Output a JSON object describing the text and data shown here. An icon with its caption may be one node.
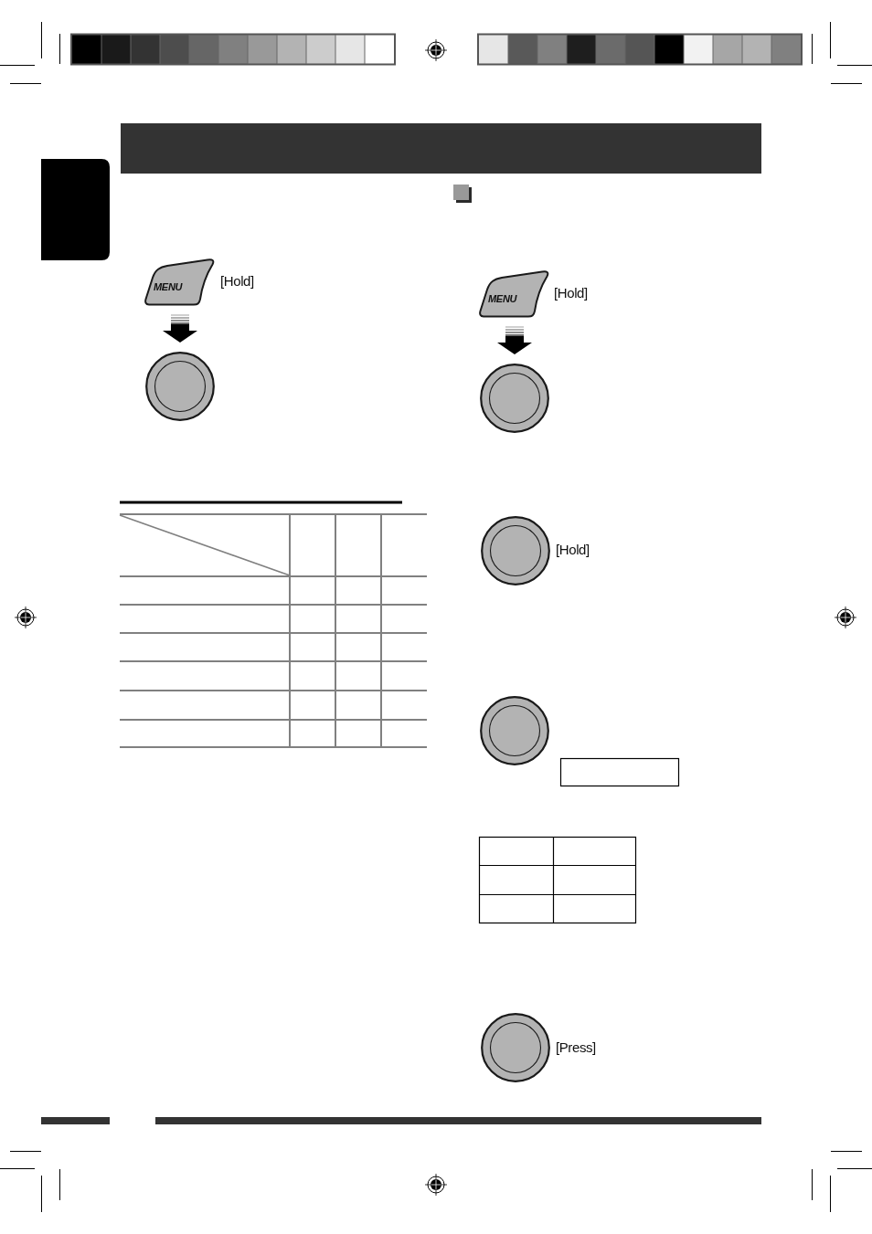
{
  "diagram": {
    "nodes": [
      {
        "text": [],
        "shape": "box"
      },
      {
        "text": [
          "MENU"
        ],
        "beside": [
          "[Hold]"
        ]
      },
      {
        "text": [],
        "shape": "circle"
      },
      {
        "text": [
          "MENU"
        ],
        "beside": [
          "[Hold]"
        ]
      },
      {
        "text": [],
        "shape": "circle"
      },
      {
        "text": [],
        "shape": "circle",
        "beside": [
          "[Hold]"
        ]
      },
      {
        "text": [],
        "shape": "circle"
      },
      {
        "text": [],
        "shape": "circle",
        "beside": [
          "[Press]"
        ]
      }
    ],
    "edges": [
      {
        "from": 1,
        "to": 2,
        "arrow": "to",
        "style": "thick"
      },
      {
        "from": 3,
        "to": 4,
        "arrow": "to",
        "style": "thick"
      }
    ]
  }
}
